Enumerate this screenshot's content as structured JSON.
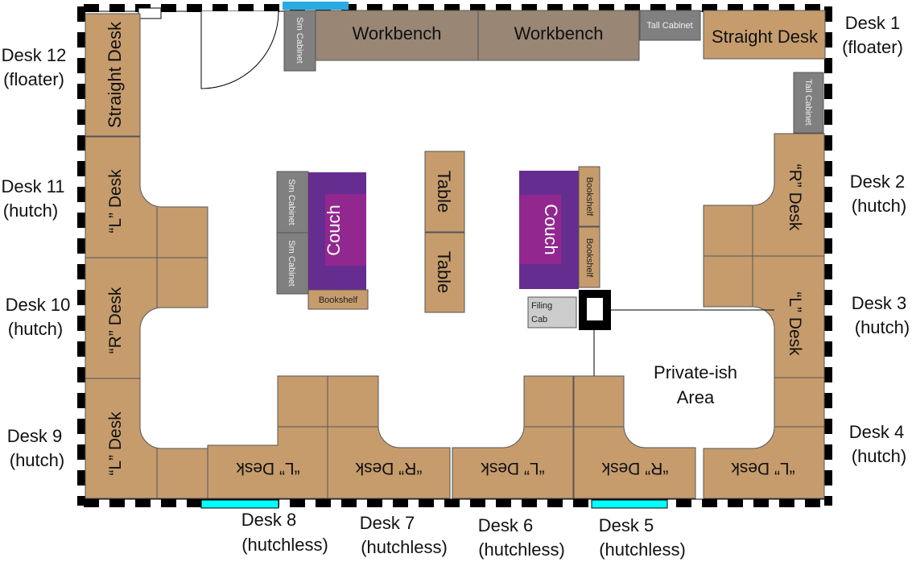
{
  "labels": {
    "desk1": [
      "Desk 1",
      "(floater)"
    ],
    "desk2": [
      "Desk 2",
      "(hutch)"
    ],
    "desk3": [
      "Desk 3",
      "(hutch)"
    ],
    "desk4": [
      "Desk 4",
      "(hutch)"
    ],
    "desk5": [
      "Desk 5",
      "(hutchless)"
    ],
    "desk6": [
      "Desk 6",
      "(hutchless)"
    ],
    "desk7": [
      "Desk 7",
      "(hutchless)"
    ],
    "desk8": [
      "Desk 8",
      "(hutchless)"
    ],
    "desk9": [
      "Desk 9",
      "(hutch)"
    ],
    "desk10": [
      "Desk 10",
      "(hutch)"
    ],
    "desk11": [
      "Desk 11",
      "(hutch)"
    ],
    "desk12": [
      "Desk 12",
      "(floater)"
    ],
    "area": [
      "Private-ish",
      "Area"
    ]
  },
  "furniture": {
    "workbench": "Workbench",
    "straight_desk": "Straight Desk",
    "tall_cabinet": "Tall Cabinet",
    "sm_cabinet": "Sm Cabinet",
    "table": "Table",
    "couch": "Couch",
    "bookshelf": "Bookshelf",
    "filing_cab": [
      "Filing",
      "Cab"
    ],
    "l_desk": "“L” Desk",
    "r_desk": "“R” Desk",
    "l_desk_flipped": "“L” Desk",
    "r_desk_flipped": "“R” Desk"
  },
  "colors": {
    "desk": "#c69c6d",
    "workbench": "#998675",
    "cabinet": "#808080",
    "couch_outer": "#662d91",
    "couch_inner": "#92278f",
    "window_top": "#29abe2",
    "window_bottom": "#00ffff",
    "filing": "#cccccc"
  }
}
